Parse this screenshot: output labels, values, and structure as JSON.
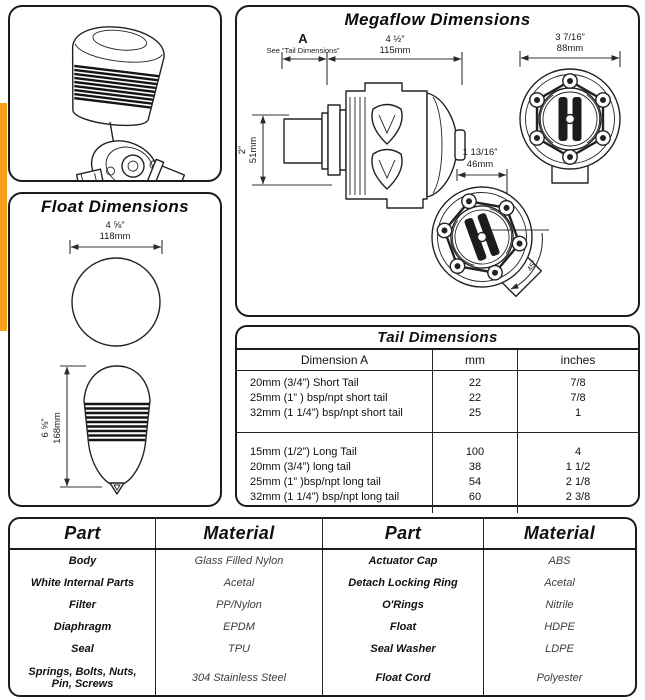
{
  "page": {
    "accent_color": "#F6A01E",
    "border_color": "#1c1c1c"
  },
  "megaflow": {
    "title": "Megaflow Dimensions",
    "side_view": {
      "dim_a_label": "A",
      "dim_a_note": "See “Tail Dimensions”",
      "width_in": "4 ½”",
      "width_mm": "115mm",
      "height_in": "2”",
      "height_mm": "51mm"
    },
    "front_view": {
      "width_in": "3 7/16”",
      "width_mm": "88mm"
    },
    "rotated_view": {
      "width_in": "1 13/16”",
      "width_mm": "46mm",
      "angle": "45°"
    }
  },
  "float_dims": {
    "title": "Float Dimensions",
    "diameter_in": "4 ⅝”",
    "diameter_mm": "118mm",
    "height_in": "6 ⅝”",
    "height_mm": "168mm"
  },
  "tail": {
    "title": "Tail Dimensions",
    "columns": {
      "a": "Dimension A",
      "mm": "mm",
      "inches": "inches"
    },
    "short_rows": [
      {
        "name": "20mm (3/4”) Short Tail",
        "mm": "22",
        "inches": "7/8"
      },
      {
        "name": "25mm (1” ) bsp/npt short tail",
        "mm": "22",
        "inches": "7/8"
      },
      {
        "name": "32mm (1 1/4”) bsp/npt short tail",
        "mm": "25",
        "inches": "1"
      }
    ],
    "long_rows": [
      {
        "name": "15mm (1/2”) Long Tail",
        "mm": "100",
        "inches": "4"
      },
      {
        "name": "20mm (3/4”) long tail",
        "mm": "38",
        "inches": "1 1/2"
      },
      {
        "name": "25mm (1” )bsp/npt long tail",
        "mm": "54",
        "inches": "2 1/8"
      },
      {
        "name": "32mm (1 1/4”)  bsp/npt long tail",
        "mm": "60",
        "inches": "2 3/8"
      }
    ]
  },
  "parts": {
    "left": {
      "part_header": "Part",
      "material_header": "Material",
      "rows": [
        {
          "part": "Body",
          "material": "Glass Filled Nylon"
        },
        {
          "part": "White Internal Parts",
          "material": "Acetal"
        },
        {
          "part": "Filter",
          "material": "PP/Nylon"
        },
        {
          "part": "Diaphragm",
          "material": "EPDM"
        },
        {
          "part": "Seal",
          "material": "TPU"
        },
        {
          "part": "Springs, Bolts, Nuts, Pin, Screws",
          "material": "304 Stainless Steel"
        }
      ]
    },
    "right": {
      "part_header": "Part",
      "material_header": "Material",
      "rows": [
        {
          "part": "Actuator Cap",
          "material": "ABS"
        },
        {
          "part": "Detach Locking Ring",
          "material": "Acetal"
        },
        {
          "part": "O'Rings",
          "material": "Nitrile"
        },
        {
          "part": "Float",
          "material": "HDPE"
        },
        {
          "part": "Seal Washer",
          "material": "LDPE"
        },
        {
          "part": "Float Cord",
          "material": "Polyester"
        }
      ]
    }
  }
}
